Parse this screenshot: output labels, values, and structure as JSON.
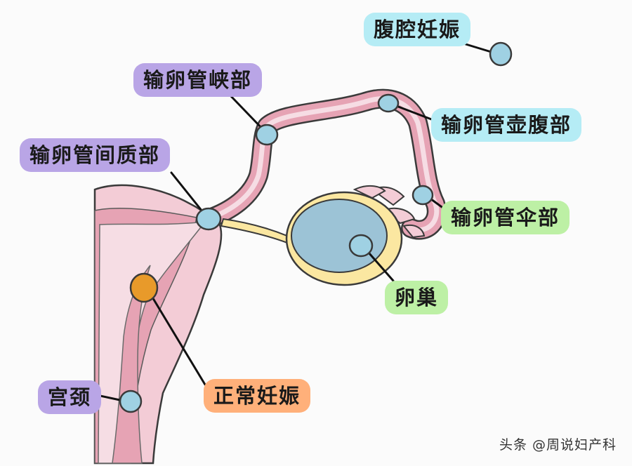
{
  "labels": {
    "fuqiang_renshen": "腹腔妊娠",
    "shuluanguan_xiabu": "输卵管峡部",
    "shuluanguan_hufubu": "输卵管壶腹部",
    "shuluanguan_jianzhibu": "输卵管间质部",
    "shuluanguan_sanbu": "输卵管伞部",
    "luanchao": "卵巢",
    "zhengchang_renshen": "正常妊娠",
    "gongjing": "宫颈"
  },
  "watermark": "头条 @周说妇产科",
  "colors": {
    "purple_tag": "#b9a5e6",
    "cyan_tag": "#b5ecf5",
    "green_tag": "#bdf0a5",
    "orange_tag": "#ffb07a",
    "implant_blue": "#9fd1e3",
    "implant_orange": "#e89a2a",
    "uterus_pink": "#e6a3b4",
    "ovary_blue": "#9cc3d6",
    "ovary_rim_yellow": "#fbe7a1"
  }
}
